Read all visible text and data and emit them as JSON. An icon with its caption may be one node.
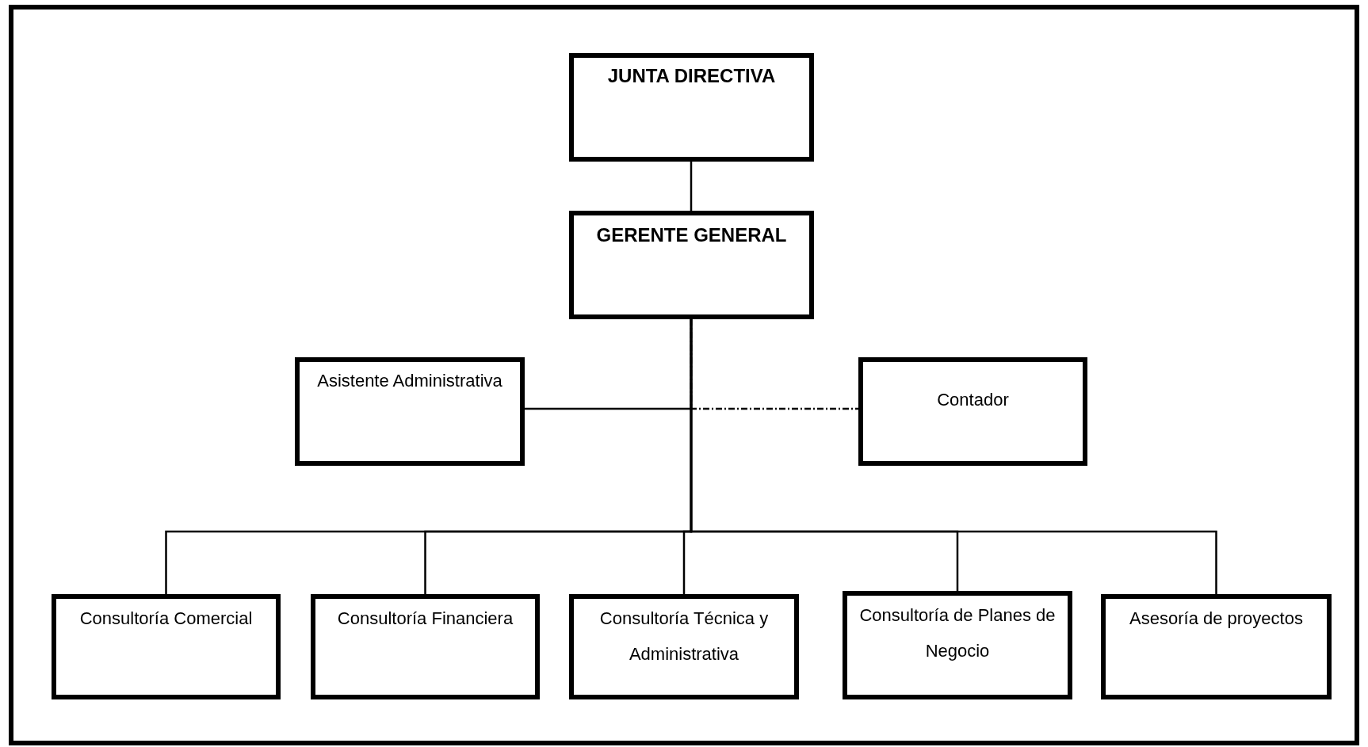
{
  "diagram": {
    "nodes": [
      {
        "text": [
          "JUNTA DIRECTIVA"
        ]
      },
      {
        "text": [
          "GERENTE GENERAL"
        ]
      },
      {
        "text": [
          "Asistente Administrativa"
        ]
      },
      {
        "text": [
          "Contador"
        ]
      },
      {
        "text": [
          "Consultoría Comercial"
        ]
      },
      {
        "text": [
          "Consultoría Financiera"
        ]
      },
      {
        "text": [
          "Consultoría Técnica y Administrativa"
        ]
      },
      {
        "text": [
          "Consultoría de Planes de Negocio"
        ]
      },
      {
        "text": [
          "Asesoría de proyectos"
        ]
      }
    ],
    "edges": [
      {
        "from": 0,
        "to": 1,
        "arrow": "none"
      },
      {
        "from": 1,
        "to": 2,
        "arrow": "none"
      },
      {
        "from": 1,
        "to": 3,
        "arrow": "none",
        "style": "dashed"
      },
      {
        "from": 1,
        "to": 4,
        "arrow": "none"
      },
      {
        "from": 1,
        "to": 5,
        "arrow": "none"
      },
      {
        "from": 1,
        "to": 6,
        "arrow": "none"
      },
      {
        "from": 1,
        "to": 7,
        "arrow": "none"
      },
      {
        "from": 1,
        "to": 8,
        "arrow": "none"
      }
    ]
  }
}
